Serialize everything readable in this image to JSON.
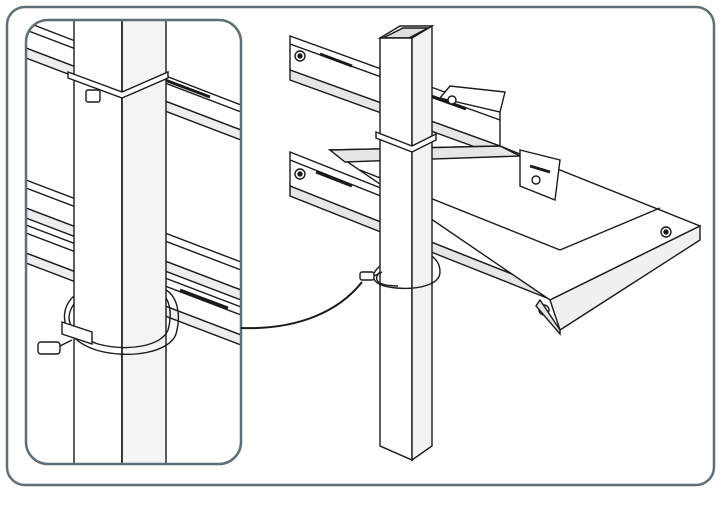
{
  "figure": {
    "description_kind": "technical-line-drawing",
    "colors": {
      "frame_border": "#5f6f78",
      "line": "#1a1a1a",
      "fill": "#ffffff",
      "shade": "#e6e6e6",
      "background": "#ffffff"
    },
    "panels": [
      {
        "id": "detail",
        "icon": "magnified-detail-post-strap"
      },
      {
        "id": "overview",
        "icon": "post-with-mounting-frame"
      }
    ]
  }
}
